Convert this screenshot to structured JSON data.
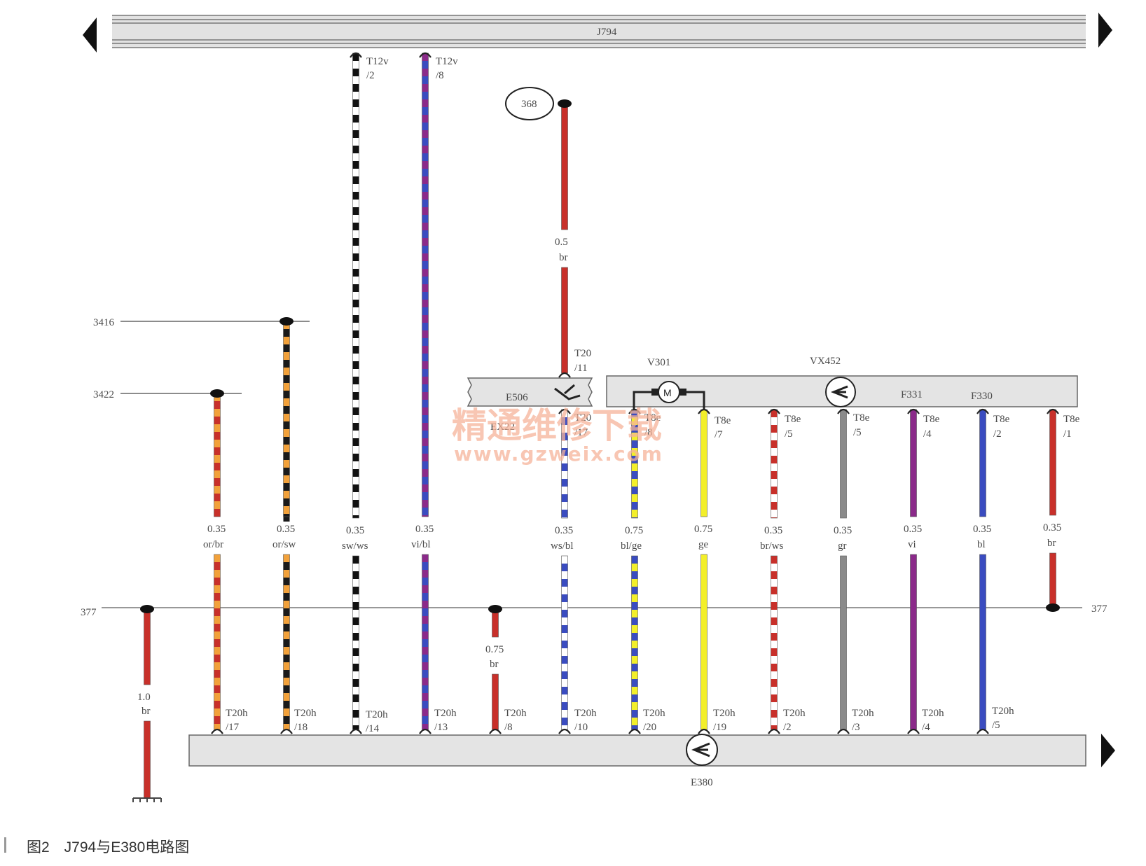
{
  "caption": "图2　J794与E380电路图",
  "watermark": {
    "line1": "精通维修下载",
    "line2": "www.gzweix.com"
  },
  "components": {
    "J794": "J794",
    "E380": "E380",
    "E506": "E506",
    "EX22": "EX22",
    "V301": "V301",
    "VX452": "VX452",
    "F331": "F331",
    "F330": "F330",
    "node368": "368"
  },
  "ground_refs": {
    "r3416": "3416",
    "r3422": "3422",
    "r377_left": "377",
    "r377_right": "377"
  },
  "wires": [
    {
      "id": "w1",
      "top_a": "",
      "top_b": "",
      "size": "1.0",
      "color": "br",
      "bot_a": "",
      "bot_b": "",
      "colors": [
        "#c8302a"
      ]
    },
    {
      "id": "w2",
      "top_a": "",
      "top_b": "",
      "size": "0.35",
      "color": "or/br",
      "bot_a": "T20h",
      "bot_b": "/17",
      "colors": [
        "#f2a13a",
        "#c8302a"
      ]
    },
    {
      "id": "w3",
      "top_a": "",
      "top_b": "",
      "size": "0.35",
      "color": "or/sw",
      "bot_a": "T20h",
      "bot_b": "/18",
      "colors": [
        "#f2a13a",
        "#1a1a1a"
      ]
    },
    {
      "id": "w4",
      "top_a": "T12v",
      "top_b": "/2",
      "size": "0.35",
      "color": "sw/ws",
      "bot_a": "T20h",
      "bot_b": "/14",
      "colors": [
        "#111111",
        "#ffffff"
      ]
    },
    {
      "id": "w5",
      "top_a": "T12v",
      "top_b": "/8",
      "size": "0.35",
      "color": "vi/bl",
      "bot_a": "T20h",
      "bot_b": "/13",
      "colors": [
        "#8b2a8a",
        "#3a4cc0"
      ]
    },
    {
      "id": "w6",
      "top_a": "",
      "top_b": "",
      "size": "0.75",
      "color": "br",
      "bot_a": "T20h",
      "bot_b": "/8",
      "colors": [
        "#c8302a"
      ]
    },
    {
      "id": "w7",
      "top_a": "T20",
      "top_b": "/11",
      "size": "0.5",
      "color": "br",
      "bot_a": "",
      "bot_b": "",
      "colors": [
        "#c8302a"
      ]
    },
    {
      "id": "w8",
      "top_a": "T20",
      "top_b": "/17",
      "size": "0.35",
      "color": "ws/bl",
      "bot_a": "T20h",
      "bot_b": "/10",
      "colors": [
        "#ffffff",
        "#3a4cc0"
      ]
    },
    {
      "id": "w9",
      "top_a": "T8e",
      "top_b": "/8",
      "size": "0.75",
      "color": "bl/ge",
      "bot_a": "T20h",
      "bot_b": "/20",
      "colors": [
        "#3a4cc0",
        "#f3ef2a"
      ]
    },
    {
      "id": "w10",
      "top_a": "T8e",
      "top_b": "/7",
      "size": "0.75",
      "color": "ge",
      "bot_a": "T20h",
      "bot_b": "/19",
      "colors": [
        "#f3ef2a"
      ]
    },
    {
      "id": "w11",
      "top_a": "T8e",
      "top_b": "/5",
      "size": "0.35",
      "color": "br/ws",
      "bot_a": "T20h",
      "bot_b": "/2",
      "colors": [
        "#c8302a",
        "#ffffff"
      ]
    },
    {
      "id": "w12",
      "top_a": "T8e",
      "top_b": "/5",
      "size": "0.35",
      "color": "gr",
      "bot_a": "T20h",
      "bot_b": "/3",
      "colors": [
        "#8a8a8a"
      ]
    },
    {
      "id": "w13",
      "top_a": "T8e",
      "top_b": "/4",
      "size": "0.35",
      "color": "vi",
      "bot_a": "T20h",
      "bot_b": "/4",
      "colors": [
        "#8b2a8a"
      ]
    },
    {
      "id": "w14",
      "top_a": "T8e",
      "top_b": "/2",
      "size": "0.35",
      "color": "bl",
      "bot_a": "T20h",
      "bot_b": "/5",
      "colors": [
        "#3a4cc0"
      ]
    },
    {
      "id": "w15",
      "top_a": "T8e",
      "top_b": "/1",
      "size": "0.35",
      "color": "br",
      "bot_a": "",
      "bot_b": "",
      "colors": [
        "#c8302a"
      ]
    }
  ]
}
